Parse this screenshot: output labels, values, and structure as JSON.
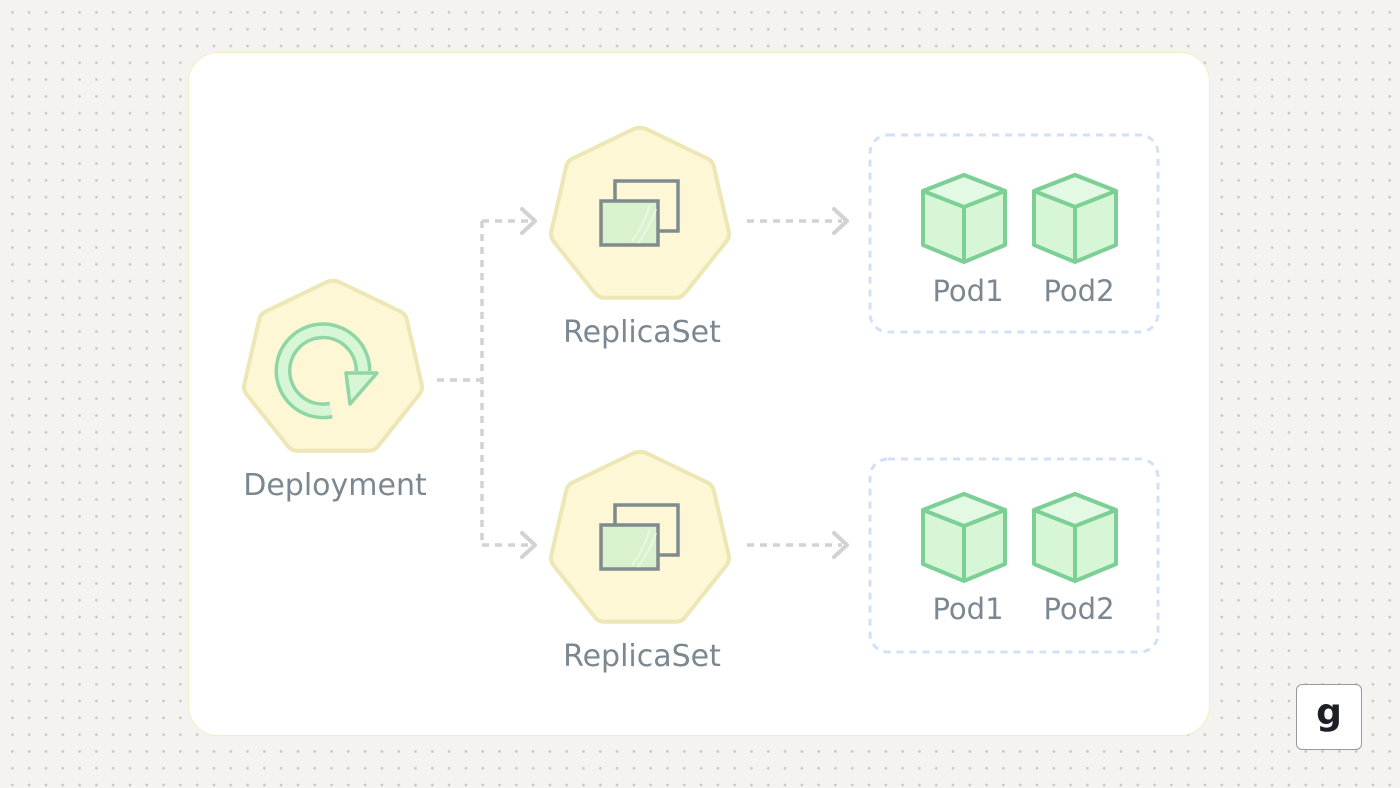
{
  "diagram": {
    "deployment": {
      "label": "Deployment",
      "icon": "rolling-update-icon"
    },
    "replicasets": [
      {
        "label": "ReplicaSet",
        "icon": "replicaset-windows-icon",
        "pods": [
          {
            "label": "Pod1",
            "icon": "pod-cube-icon"
          },
          {
            "label": "Pod2",
            "icon": "pod-cube-icon"
          }
        ]
      },
      {
        "label": "ReplicaSet",
        "icon": "replicaset-windows-icon",
        "pods": [
          {
            "label": "Pod1",
            "icon": "pod-cube-icon"
          },
          {
            "label": "Pod2",
            "icon": "pod-cube-icon"
          }
        ]
      }
    ]
  },
  "brand": {
    "logo_text": "g"
  },
  "colors": {
    "background": "#f4f3f0",
    "card": "#ffffff",
    "heptagon_fill": "#fdf7d6",
    "heptagon_stroke": "#ece7b4",
    "pod_fill": "#d6f6d6",
    "pod_stroke": "#7ccf95",
    "connector": "#d2d2d2",
    "pod_group_border": "#d3e1f6",
    "label_text": "#7b8891",
    "window_icon_stroke": "#7f8b8f"
  }
}
